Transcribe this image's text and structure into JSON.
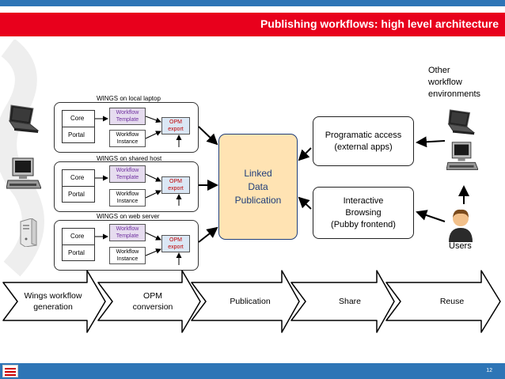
{
  "header": {
    "title": "Publishing workflows: high level architecture"
  },
  "footer": {
    "slide_number": "12"
  },
  "wings_boxes": [
    {
      "title": "WINGS on local laptop",
      "core": "Core",
      "portal": "Portal",
      "template": "Workflow\nTemplate",
      "instance": "Workflow\nInstance",
      "opm": "OPM\nexport"
    },
    {
      "title": "WINGS on shared host",
      "core": "Core",
      "portal": "Portal",
      "template": "Workflow\nTemplate",
      "instance": "Workflow\nInstance",
      "opm": "OPM\nexport"
    },
    {
      "title": "WINGS on web server",
      "core": "Core",
      "portal": "Portal",
      "template": "Workflow\nTemplate",
      "instance": "Workflow\nInstance",
      "opm": "OPM\nexport"
    }
  ],
  "center": {
    "label": "Linked\nData\nPublication"
  },
  "right": {
    "programatic": "Programatic access\n(external apps)",
    "interactive": "Interactive\nBrowsing\n(Pubby frontend)",
    "other_env": "Other\nworkflow\nenvironments",
    "users": "Users"
  },
  "pipeline": [
    "Wings workflow\ngeneration",
    "OPM\nconversion",
    "Publication",
    "Share",
    "Reuse"
  ],
  "icons": [
    "laptop-icon",
    "desktop-computer-icon",
    "server-icon",
    "user-icon"
  ],
  "colors": {
    "title_bar": "#e8001c",
    "blue_bar": "#2e75b6",
    "linked_data_fill": "#ffe3b3",
    "template_fill": "#e6dcef",
    "opm_fill": "#dbe7f5"
  }
}
